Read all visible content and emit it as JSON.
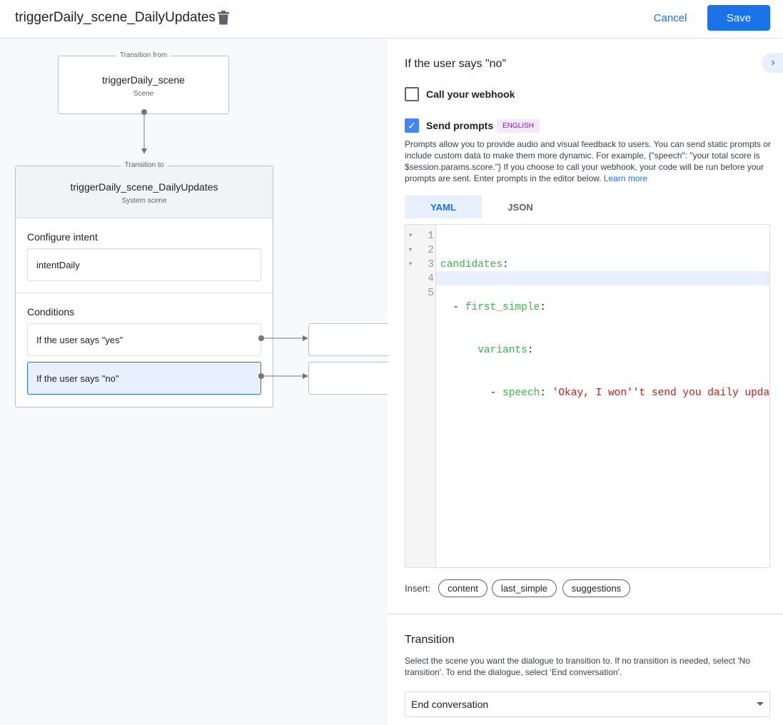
{
  "header": {
    "title": "triggerDaily_scene_DailyUpdates",
    "cancel": "Cancel",
    "save": "Save",
    "accent": "#1a73e8"
  },
  "canvas": {
    "from": {
      "legend": "Transition from",
      "name": "triggerDaily_scene",
      "type": "Scene"
    },
    "to": {
      "legend": "Transition to",
      "name": "triggerDaily_scene_DailyUpdates",
      "type": "System scene"
    },
    "configure_intent": {
      "label": "Configure intent",
      "value": "intentDaily"
    },
    "conditions": {
      "label": "Conditions",
      "items": [
        "If the user says \"yes\"",
        "If the user says \"no\""
      ]
    }
  },
  "panel": {
    "heading": "If the user says \"no\"",
    "webhook": {
      "label": "Call your webhook",
      "checked": false
    },
    "prompts": {
      "label": "Send prompts",
      "checked": true,
      "badge": "ENGLISH",
      "description": "Prompts allow you to provide audio and visual feedback to users. You can send static prompts or include custom data to make them more dynamic. For example, {\"speech\": \"your total score is $session.params.score.\"} If you choose to call your webhook, your code will be run before your prompts are sent. Enter prompts in the editor below.",
      "learn_more": "Learn more"
    },
    "tabs": [
      "YAML",
      "JSON"
    ],
    "active_tab": "YAML",
    "editor": {
      "line_numbers": [
        "1",
        "2",
        "3",
        "4",
        "5"
      ],
      "lines": [
        {
          "key": "candidates",
          "sep": ":"
        },
        {
          "dash": "- ",
          "key": "first_simple",
          "sep": ":"
        },
        {
          "key": "variants",
          "sep": ":"
        },
        {
          "dash": "- ",
          "key": "speech",
          "sep": ": ",
          "value": "'Okay, I won''t send you daily update"
        },
        {}
      ]
    },
    "insert": {
      "label": "Insert:",
      "chips": [
        "content",
        "last_simple",
        "suggestions"
      ]
    },
    "transition": {
      "heading": "Transition",
      "description": "Select the scene you want the dialogue to transition to. If no transition is needed, select 'No transition'. To end the dialogue, select 'End conversation'.",
      "selected": "End conversation"
    }
  }
}
